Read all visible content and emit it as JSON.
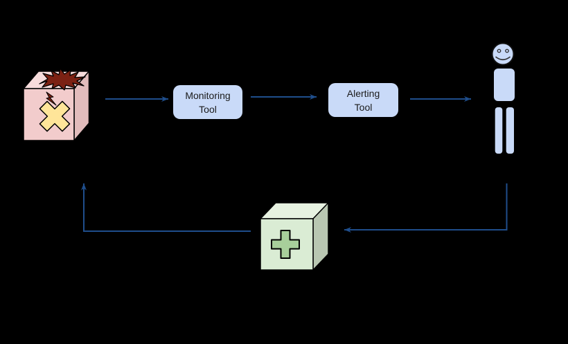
{
  "diagram": {
    "background": "#000000",
    "arrow_color": "#1f4e8c",
    "broken_system": {
      "fill_front": "#f2cccc",
      "fill_top": "#f7dcdc",
      "fill_side": "#e2bcbc",
      "explosion_color": "#7b2113",
      "lightning_color": "#7b2113",
      "error_x_color": "#ffe599"
    },
    "monitoring_tool": {
      "line1": "Monitoring",
      "line2": "Tool",
      "fill": "#c9daf8",
      "text_color": "#1a1a1a"
    },
    "alerting_tool": {
      "line1": "Alerting",
      "line2": "Tool",
      "fill": "#c9daf8",
      "text_color": "#1a1a1a"
    },
    "person": {
      "fill": "#c9daf8",
      "outline": "#111111"
    },
    "healing_box": {
      "fill_front": "#daecd4",
      "fill_top": "#e7f2e1",
      "fill_side": "#b9c7b2",
      "plus_color": "#a8cf9b"
    }
  }
}
